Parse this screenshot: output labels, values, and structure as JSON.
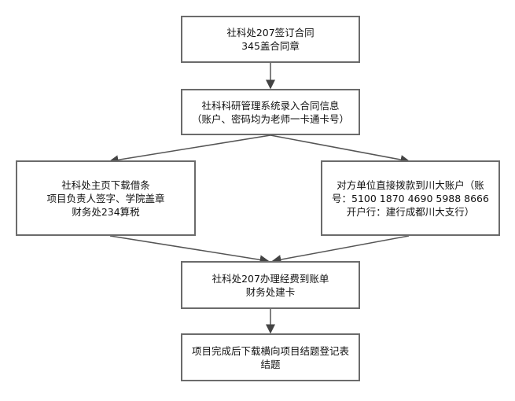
{
  "nodes": {
    "sign_contract": {
      "lines": [
        "社科处207签订合同",
        "345盖合同章"
      ]
    },
    "enter_system": {
      "lines": [
        "社科科研管理系统录入合同信息",
        "（账户、密码均为老师一卡通卡号）"
      ]
    },
    "download_iou": {
      "lines": [
        "社科处主页下载借条",
        "项目负责人签字、学院盖章",
        "财务处234算税"
      ]
    },
    "direct_transfer": {
      "lines": [
        "对方单位直接拨款到川大账户（账",
        "号：5100 1870 4690 5988 8666",
        "开户行：建行成都川大支行）"
      ]
    },
    "process_funds": {
      "lines": [
        "社科处207办理经费到账单",
        "财务处建卡"
      ]
    },
    "completion": {
      "lines": [
        "项目完成后下载横向项目结题登记表",
        "结题"
      ]
    }
  }
}
